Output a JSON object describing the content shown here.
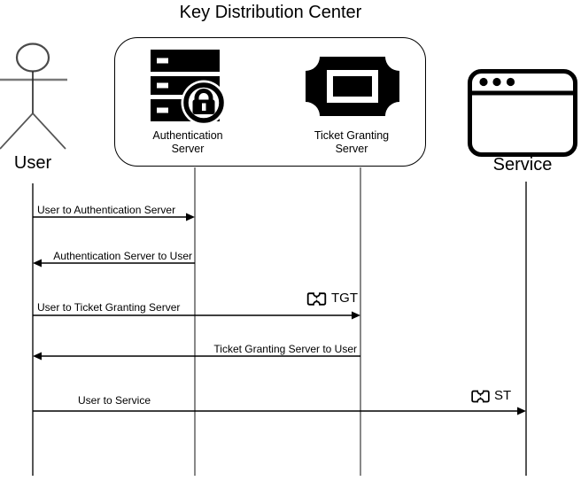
{
  "diagram": {
    "title": "Key Distribution Center"
  },
  "participants": {
    "user": {
      "label": "User"
    },
    "authentication_server": {
      "label_line1": "Authentication",
      "label_line2": "Server"
    },
    "ticket_granting_server": {
      "label_line1": "Ticket Granting",
      "label_line2": "Server"
    },
    "service": {
      "label": "Service"
    }
  },
  "messages": [
    {
      "label": "User to Authentication Server",
      "from": "User",
      "to": "Authentication Server",
      "direction": "right"
    },
    {
      "label": "Authentication Server to User",
      "from": "Authentication Server",
      "to": "User",
      "direction": "left"
    },
    {
      "label": "User to Ticket Granting Server",
      "from": "User",
      "to": "Ticket Granting Server",
      "direction": "right",
      "badge": "TGT"
    },
    {
      "label": "Ticket Granting Server to User",
      "from": "Ticket Granting Server",
      "to": "User",
      "direction": "left"
    },
    {
      "label": "User to Service",
      "from": "User",
      "to": "Service",
      "direction": "right",
      "badge": "ST"
    }
  ],
  "icons": {
    "authentication_server": "server-with-lock-icon",
    "ticket_granting_server": "ticket-icon",
    "service": "browser-window-icon",
    "user": "stick-figure-icon",
    "badge": "ticket-outline-icon"
  },
  "colors": {
    "ink": "#000000",
    "lifeline": "#4d4d4d",
    "background": "#ffffff"
  }
}
